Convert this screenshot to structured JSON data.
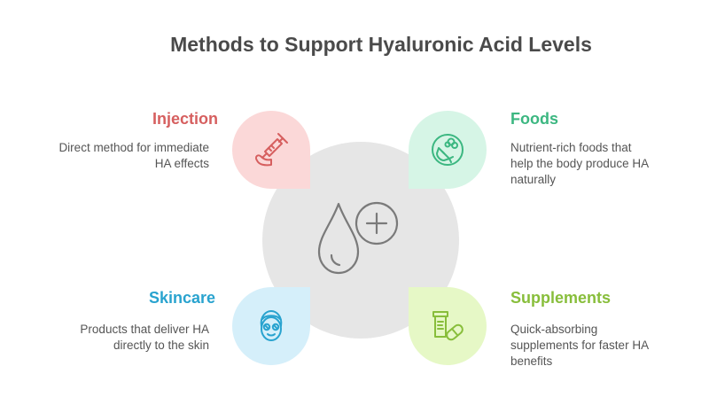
{
  "title": "Methods to Support Hyaluronic Acid Levels",
  "methods": [
    {
      "name": "Injection",
      "description": "Direct method for immediate HA effects",
      "color": "#d65f5f",
      "bg": "#fbd8d8",
      "icon": "syringe-icon"
    },
    {
      "name": "Foods",
      "description": "Nutrient-rich foods that help the body produce HA naturally",
      "color": "#3cb781",
      "bg": "#d6f5e6",
      "icon": "food-plate-icon"
    },
    {
      "name": "Skincare",
      "description": "Products that deliver HA directly to the skin",
      "color": "#29a3cf",
      "bg": "#d5effa",
      "icon": "face-mask-icon"
    },
    {
      "name": "Supplements",
      "description": "Quick-absorbing supplements for faster HA benefits",
      "color": "#88be3b",
      "bg": "#e6f8c6",
      "icon": "pill-bottle-icon"
    }
  ],
  "center": {
    "icon": "drop-plus-icon",
    "bg": "#e6e6e6"
  }
}
